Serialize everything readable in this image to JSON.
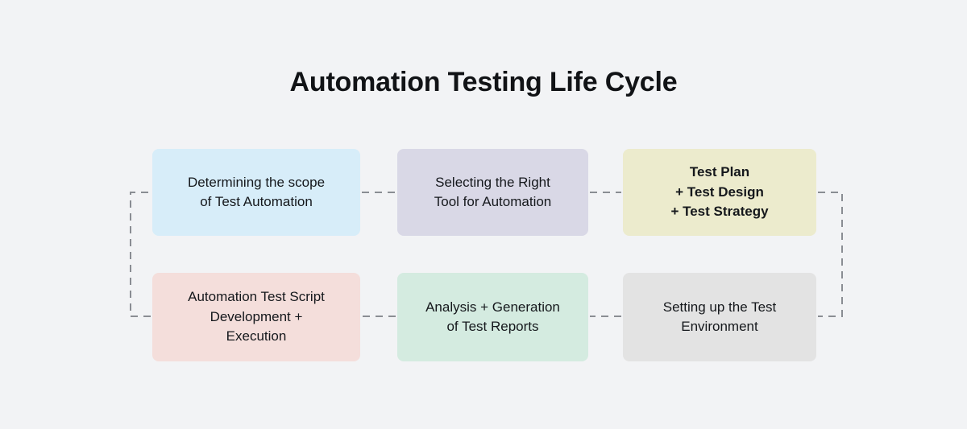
{
  "diagram": {
    "title": "Automation Testing Life Cycle",
    "type": "flow-cycle",
    "background_color": "#f2f3f5",
    "connector_color": "#8a8d93",
    "connector_style": "dashed",
    "stages": [
      {
        "id": "scope",
        "order": 1,
        "label": "Determining the scope\nof Test Automation",
        "color": "#d7edf9",
        "row": 1,
        "column": 1
      },
      {
        "id": "tool",
        "order": 2,
        "label": "Selecting the Right\nTool for Automation",
        "color": "#d9d8e6",
        "row": 1,
        "column": 2
      },
      {
        "id": "plan",
        "order": 3,
        "label": "Test Plan\n+ Test Design\n+ Test Strategy",
        "color": "#ecebcd",
        "row": 1,
        "column": 3
      },
      {
        "id": "environment",
        "order": 4,
        "label": "Setting up the Test\nEnvironment",
        "color": "#e3e3e3",
        "row": 2,
        "column": 3
      },
      {
        "id": "analysis",
        "order": 5,
        "label": "Analysis + Generation\nof Test Reports",
        "color": "#d4ebe0",
        "row": 2,
        "column": 2
      },
      {
        "id": "script",
        "order": 6,
        "label": "Automation Test Script\nDevelopment +\nExecution",
        "color": "#f4dedb",
        "row": 2,
        "column": 1
      }
    ],
    "connections": [
      {
        "from": "scope",
        "to": "tool",
        "kind": "horizontal"
      },
      {
        "from": "tool",
        "to": "plan",
        "kind": "horizontal"
      },
      {
        "from": "plan",
        "to": "environment",
        "kind": "right-wrap"
      },
      {
        "from": "environment",
        "to": "analysis",
        "kind": "horizontal"
      },
      {
        "from": "analysis",
        "to": "script",
        "kind": "horizontal"
      },
      {
        "from": "script",
        "to": "scope",
        "kind": "left-wrap"
      }
    ]
  }
}
